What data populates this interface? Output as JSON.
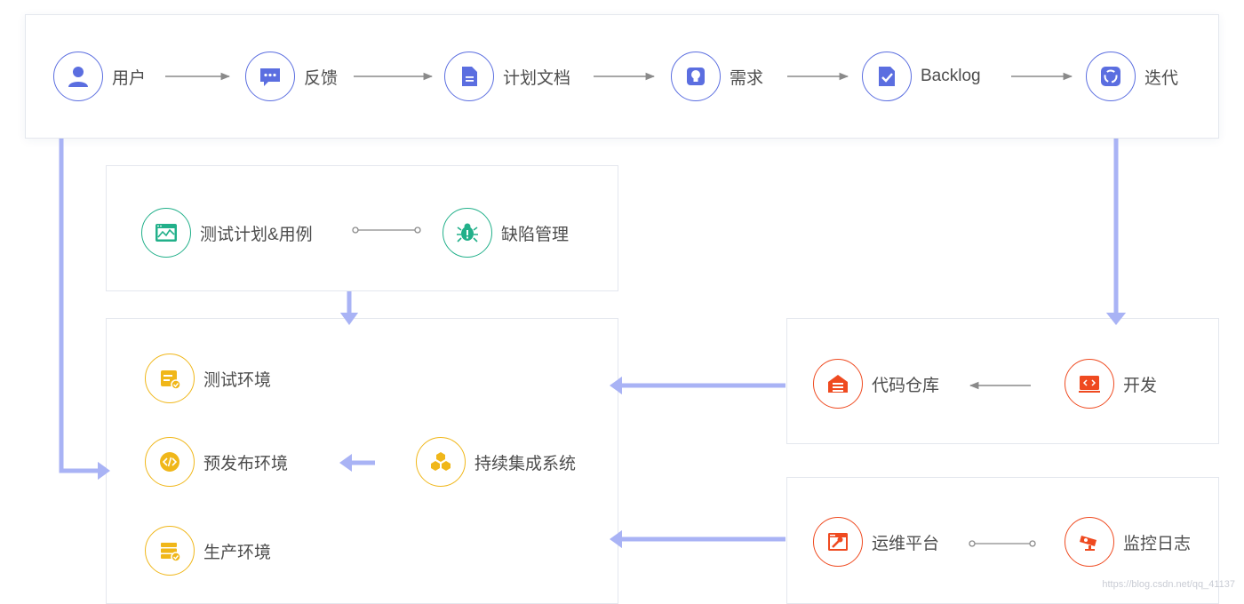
{
  "colors": {
    "blue": "#5b6ee0",
    "green": "#22b08a",
    "yellow": "#f0b71a",
    "red": "#ef4a20",
    "flow_arrow": "#a9b3f5",
    "connector": "#8a8a8a"
  },
  "top_flow": {
    "user": {
      "label": "用户",
      "icon": "user-icon"
    },
    "feedback": {
      "label": "反馈",
      "icon": "chat-icon"
    },
    "plan_doc": {
      "label": "计划文档",
      "icon": "document-icon"
    },
    "requirement": {
      "label": "需求",
      "icon": "lightbulb-icon"
    },
    "backlog": {
      "label": "Backlog",
      "icon": "checklist-icon"
    },
    "iteration": {
      "label": "迭代",
      "icon": "cycle-icon"
    }
  },
  "testing": {
    "test_plan": {
      "label": "测试计划&用例",
      "icon": "chart-window-icon"
    },
    "defect": {
      "label": "缺陷管理",
      "icon": "bug-icon"
    }
  },
  "environments": {
    "test_env": {
      "label": "测试环境",
      "icon": "server-check-icon"
    },
    "pre_release_env": {
      "label": "预发布环境",
      "icon": "code-icon"
    },
    "ci_system": {
      "label": "持续集成系统",
      "icon": "cubes-icon"
    },
    "production_env": {
      "label": "生产环境",
      "icon": "server-list-icon"
    }
  },
  "development": {
    "code_repo": {
      "label": "代码仓库",
      "icon": "warehouse-icon"
    },
    "develop": {
      "label": "开发",
      "icon": "code-screen-icon"
    }
  },
  "operations": {
    "ops_platform": {
      "label": "运维平台",
      "icon": "wrench-window-icon"
    },
    "monitoring": {
      "label": "监控日志",
      "icon": "camera-icon"
    }
  },
  "watermark": "https://blog.csdn.net/qq_41137"
}
